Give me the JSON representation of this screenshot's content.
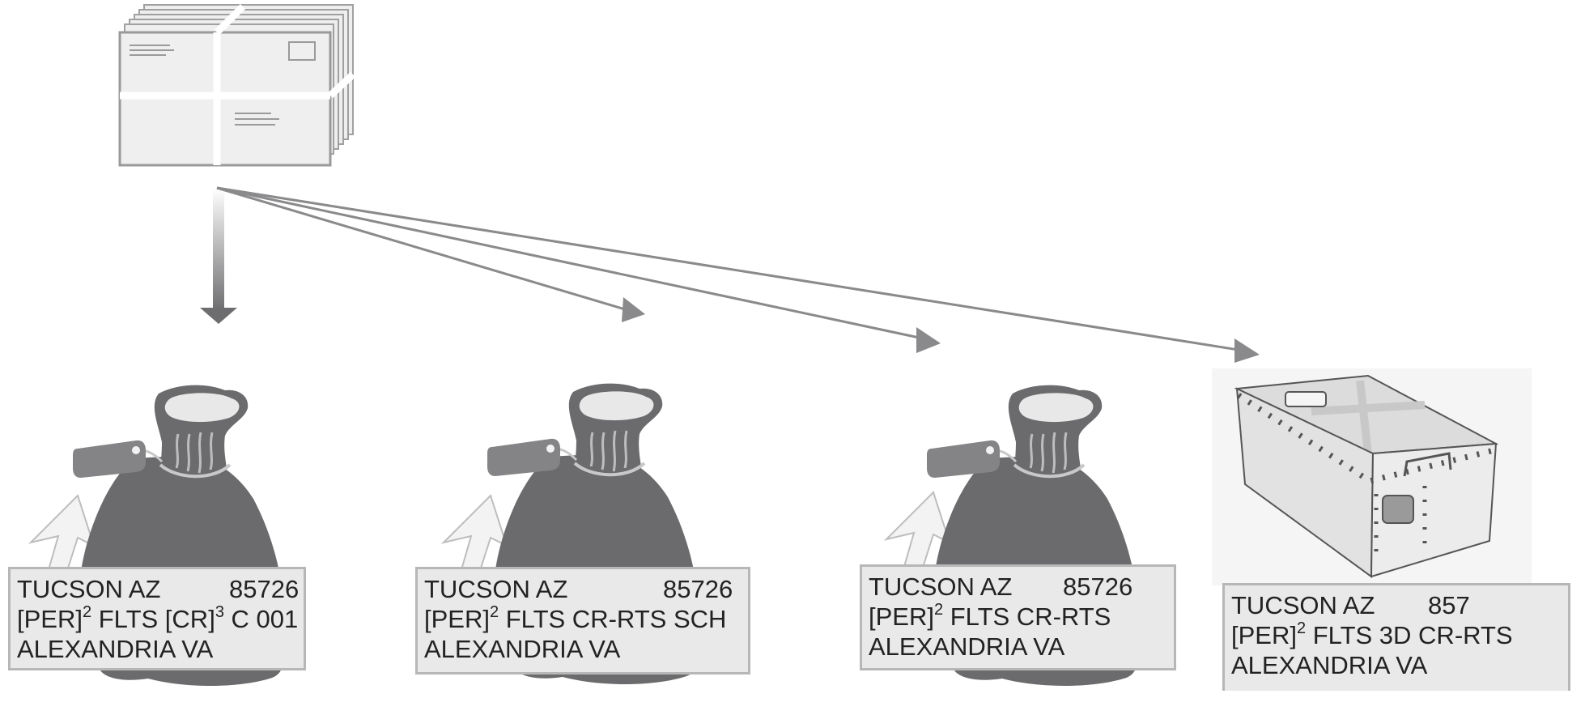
{
  "labels": [
    {
      "line1_city": "TUCSON AZ",
      "line1_zip": "85726",
      "line2_a": "[PER]",
      "line2_a_sup": "2",
      "line2_b": " FLTS [CR]",
      "line2_b_sup": "3",
      "line2_c": " C 001",
      "line3": "ALEXANDRIA VA"
    },
    {
      "line1_city": "TUCSON AZ",
      "line1_zip": "85726",
      "line2_a": "[PER]",
      "line2_a_sup": "2",
      "line2_b": " FLTS CR-RTS SCH",
      "line3": "ALEXANDRIA VA"
    },
    {
      "line1_city": "TUCSON AZ",
      "line1_zip": "85726",
      "line2_a": "[PER]",
      "line2_a_sup": "2",
      "line2_b": " FLTS CR-RTS",
      "line3": "ALEXANDRIA VA"
    },
    {
      "line1_city": "TUCSON AZ",
      "line1_zip": "857",
      "line2_a": "[PER]",
      "line2_a_sup": "2",
      "line2_b": " FLTS 3D CR-RTS",
      "line3": "ALEXANDRIA VA"
    }
  ],
  "colors": {
    "sack": "#6b6b6d",
    "sack_outline": "#5c5c5e",
    "tag": "#848486",
    "arrow": "#8a8a8c",
    "label_bg": "#e9e9e9",
    "label_border": "#b7b7b7",
    "envelope_fill": "#eeeeee",
    "envelope_line": "#9a9a9a",
    "tray_fill": "#ededed",
    "tray_line": "#555555"
  },
  "icons": [
    "letter-bundle-icon",
    "mail-sack-icon",
    "mail-sack-icon",
    "mail-sack-icon",
    "mail-tray-icon",
    "hand-pointer-icon"
  ]
}
